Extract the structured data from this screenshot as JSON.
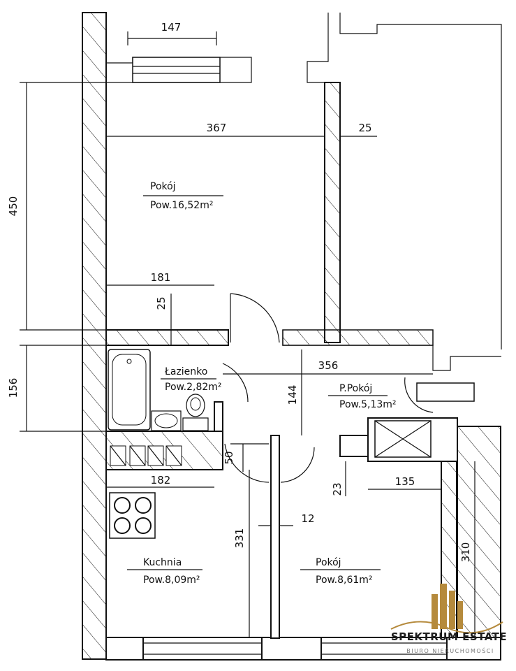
{
  "dimensions": {
    "window_top": "147",
    "room_width_top": "367",
    "wall_right": "25",
    "height_left": "450",
    "width_181": "181",
    "wall_25": "25",
    "height_156": "156",
    "width_356": "356",
    "height_144": "144",
    "height_50": "50",
    "width_182": "182",
    "height_23": "23",
    "width_135": "135",
    "wall_12": "12",
    "height_331": "331",
    "height_310": "310"
  },
  "rooms": {
    "pokoj_main": {
      "name": "Pokój",
      "area": "Pow.16,52m²"
    },
    "lazienka": {
      "name": "Łazienko",
      "area": "Pow.2,82m²"
    },
    "przedpokoj": {
      "name": "P.Pokój",
      "area": "Pow.5,13m²"
    },
    "kuchnia": {
      "name": "Kuchnia",
      "area": "Pow.8,09m²"
    },
    "pokoj_small": {
      "name": "Pokój",
      "area": "Pow.8,61m²"
    }
  },
  "logo": {
    "name": "SPEKTRUM ESTATE",
    "tagline": "BIURO NIERUCHOMOŚCI",
    "colors": {
      "gold": "#b58a3c",
      "dark": "#1e1e1e"
    }
  }
}
